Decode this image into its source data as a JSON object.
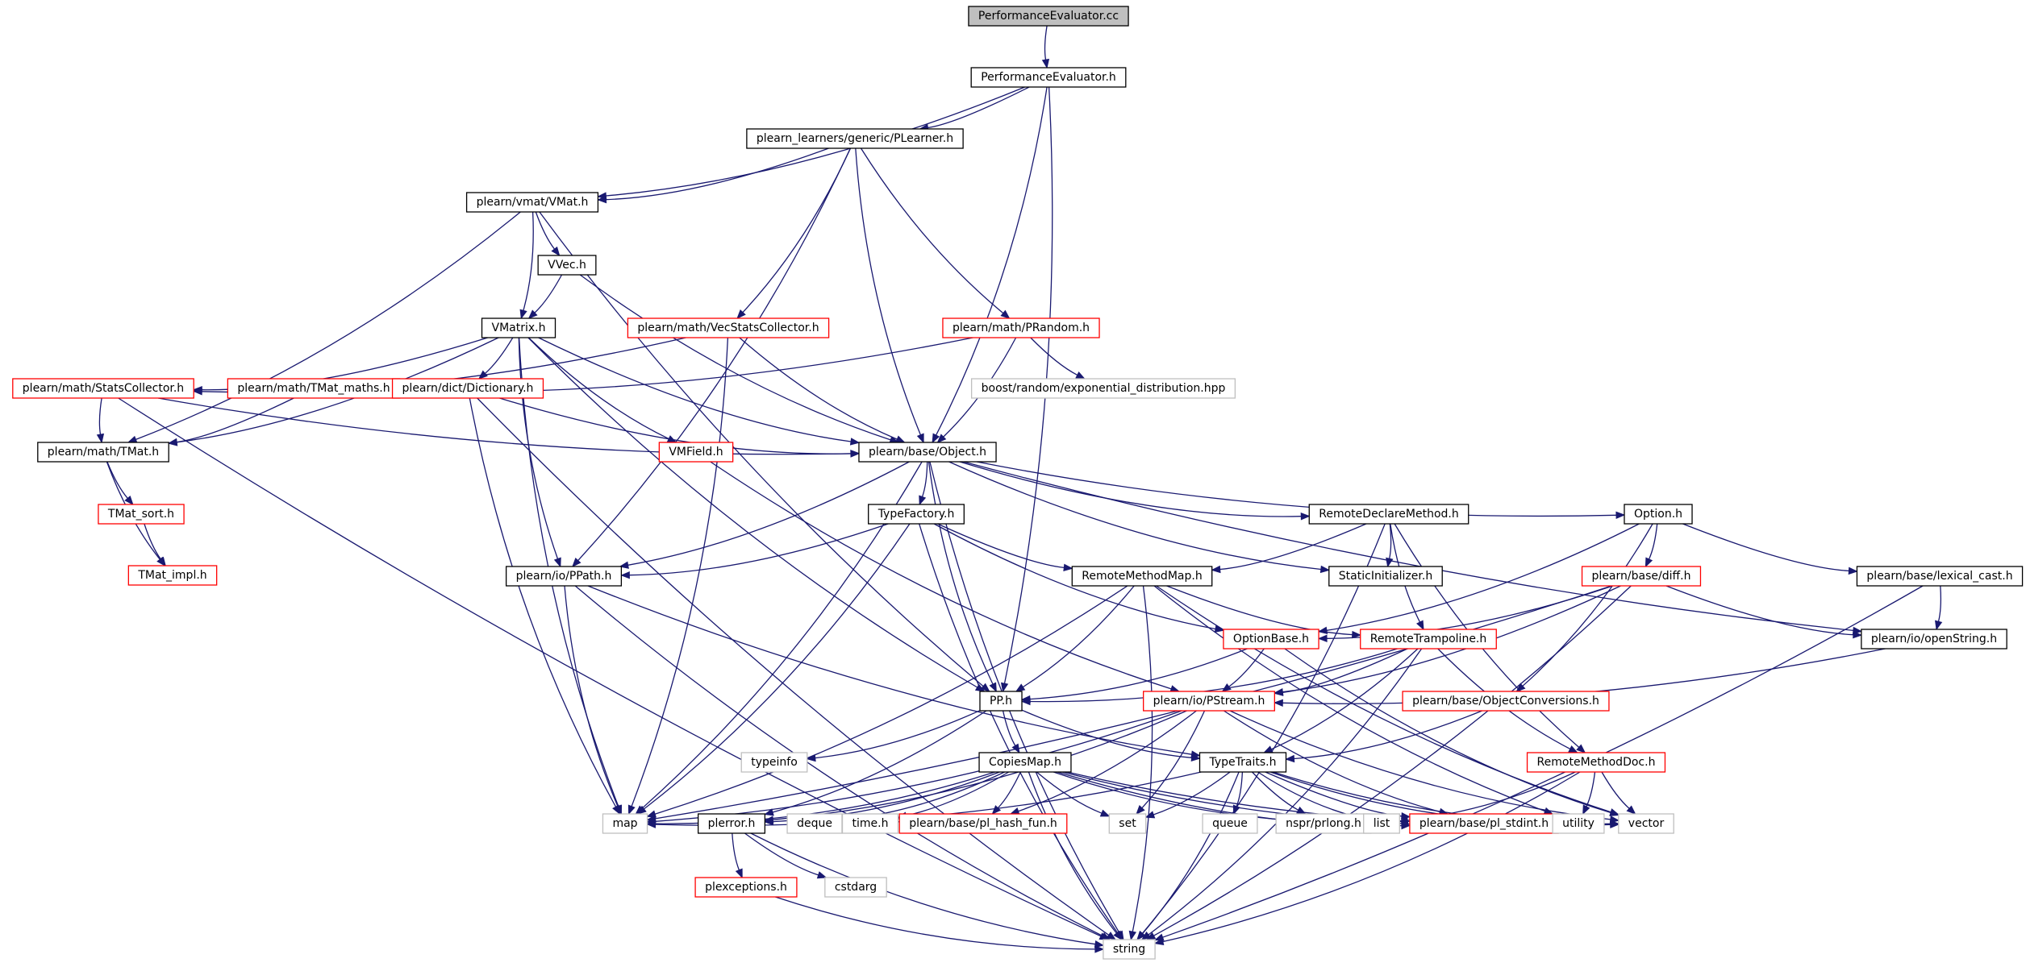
{
  "colors": {
    "edge": "#191970",
    "node_border_normal": "#000000",
    "node_border_truncated": "#ff0000",
    "node_border_external": "#bfbfbf",
    "node_fill_root": "#bfbfbf",
    "node_fill": "#ffffff"
  },
  "nodes": [
    {
      "id": "n_pe_cc",
      "label": "PerformanceEvaluator.cc",
      "kind": "root"
    },
    {
      "id": "n_pe_h",
      "label": "PerformanceEvaluator.h",
      "kind": "normal"
    },
    {
      "id": "n_plearner",
      "label": "plearn_learners/generic/PLearner.h",
      "kind": "normal"
    },
    {
      "id": "n_vmat",
      "label": "plearn/vmat/VMat.h",
      "kind": "normal"
    },
    {
      "id": "n_vvec",
      "label": "VVec.h",
      "kind": "normal"
    },
    {
      "id": "n_vmatrix",
      "label": "VMatrix.h",
      "kind": "normal"
    },
    {
      "id": "n_vecstats",
      "label": "plearn/math/VecStatsCollector.h",
      "kind": "truncated"
    },
    {
      "id": "n_prandom",
      "label": "plearn/math/PRandom.h",
      "kind": "truncated"
    },
    {
      "id": "n_boost",
      "label": "boost/random/exponential_distribution.hpp",
      "kind": "external"
    },
    {
      "id": "n_statscol",
      "label": "plearn/math/StatsCollector.h",
      "kind": "truncated"
    },
    {
      "id": "n_tmatmaths",
      "label": "plearn/math/TMat_maths.h",
      "kind": "truncated"
    },
    {
      "id": "n_dict",
      "label": "plearn/dict/Dictionary.h",
      "kind": "truncated"
    },
    {
      "id": "n_tmat",
      "label": "plearn/math/TMat.h",
      "kind": "normal"
    },
    {
      "id": "n_vmfield",
      "label": "VMField.h",
      "kind": "truncated"
    },
    {
      "id": "n_object",
      "label": "plearn/base/Object.h",
      "kind": "normal"
    },
    {
      "id": "n_tmatsort",
      "label": "TMat_sort.h",
      "kind": "truncated"
    },
    {
      "id": "n_tmatimpl",
      "label": "TMat_impl.h",
      "kind": "truncated"
    },
    {
      "id": "n_typefactory",
      "label": "TypeFactory.h",
      "kind": "normal"
    },
    {
      "id": "n_remotedecl",
      "label": "RemoteDeclareMethod.h",
      "kind": "normal"
    },
    {
      "id": "n_option",
      "label": "Option.h",
      "kind": "normal"
    },
    {
      "id": "n_ppath",
      "label": "plearn/io/PPath.h",
      "kind": "normal"
    },
    {
      "id": "n_remotemap",
      "label": "RemoteMethodMap.h",
      "kind": "normal"
    },
    {
      "id": "n_staticinit",
      "label": "StaticInitializer.h",
      "kind": "normal"
    },
    {
      "id": "n_diff",
      "label": "plearn/base/diff.h",
      "kind": "truncated"
    },
    {
      "id": "n_lexcast",
      "label": "plearn/base/lexical_cast.h",
      "kind": "normal"
    },
    {
      "id": "n_optionbase",
      "label": "OptionBase.h",
      "kind": "truncated"
    },
    {
      "id": "n_remotetramp",
      "label": "RemoteTrampoline.h",
      "kind": "truncated"
    },
    {
      "id": "n_openstring",
      "label": "plearn/io/openString.h",
      "kind": "normal"
    },
    {
      "id": "n_pp",
      "label": "PP.h",
      "kind": "normal"
    },
    {
      "id": "n_pstream",
      "label": "plearn/io/PStream.h",
      "kind": "truncated"
    },
    {
      "id": "n_objconv",
      "label": "plearn/base/ObjectConversions.h",
      "kind": "truncated"
    },
    {
      "id": "n_typeinfo",
      "label": "typeinfo",
      "kind": "external"
    },
    {
      "id": "n_copiesmap",
      "label": "CopiesMap.h",
      "kind": "normal"
    },
    {
      "id": "n_typetraits",
      "label": "TypeTraits.h",
      "kind": "normal"
    },
    {
      "id": "n_remotedoc",
      "label": "RemoteMethodDoc.h",
      "kind": "truncated"
    },
    {
      "id": "n_map",
      "label": "map",
      "kind": "external"
    },
    {
      "id": "n_plerror",
      "label": "plerror.h",
      "kind": "normal"
    },
    {
      "id": "n_deque",
      "label": "deque",
      "kind": "external"
    },
    {
      "id": "n_time",
      "label": "time.h",
      "kind": "external"
    },
    {
      "id": "n_hashfun",
      "label": "plearn/base/pl_hash_fun.h",
      "kind": "truncated"
    },
    {
      "id": "n_set",
      "label": "set",
      "kind": "external"
    },
    {
      "id": "n_queue",
      "label": "queue",
      "kind": "external"
    },
    {
      "id": "n_nspr",
      "label": "nspr/prlong.h",
      "kind": "external"
    },
    {
      "id": "n_list",
      "label": "list",
      "kind": "external"
    },
    {
      "id": "n_stdint",
      "label": "plearn/base/pl_stdint.h",
      "kind": "truncated"
    },
    {
      "id": "n_utility",
      "label": "utility",
      "kind": "external"
    },
    {
      "id": "n_vector",
      "label": "vector",
      "kind": "external"
    },
    {
      "id": "n_cstdarg",
      "label": "cstdarg",
      "kind": "external"
    },
    {
      "id": "n_plexceptions",
      "label": "plexceptions.h",
      "kind": "truncated"
    },
    {
      "id": "n_string",
      "label": "string",
      "kind": "external"
    }
  ]
}
